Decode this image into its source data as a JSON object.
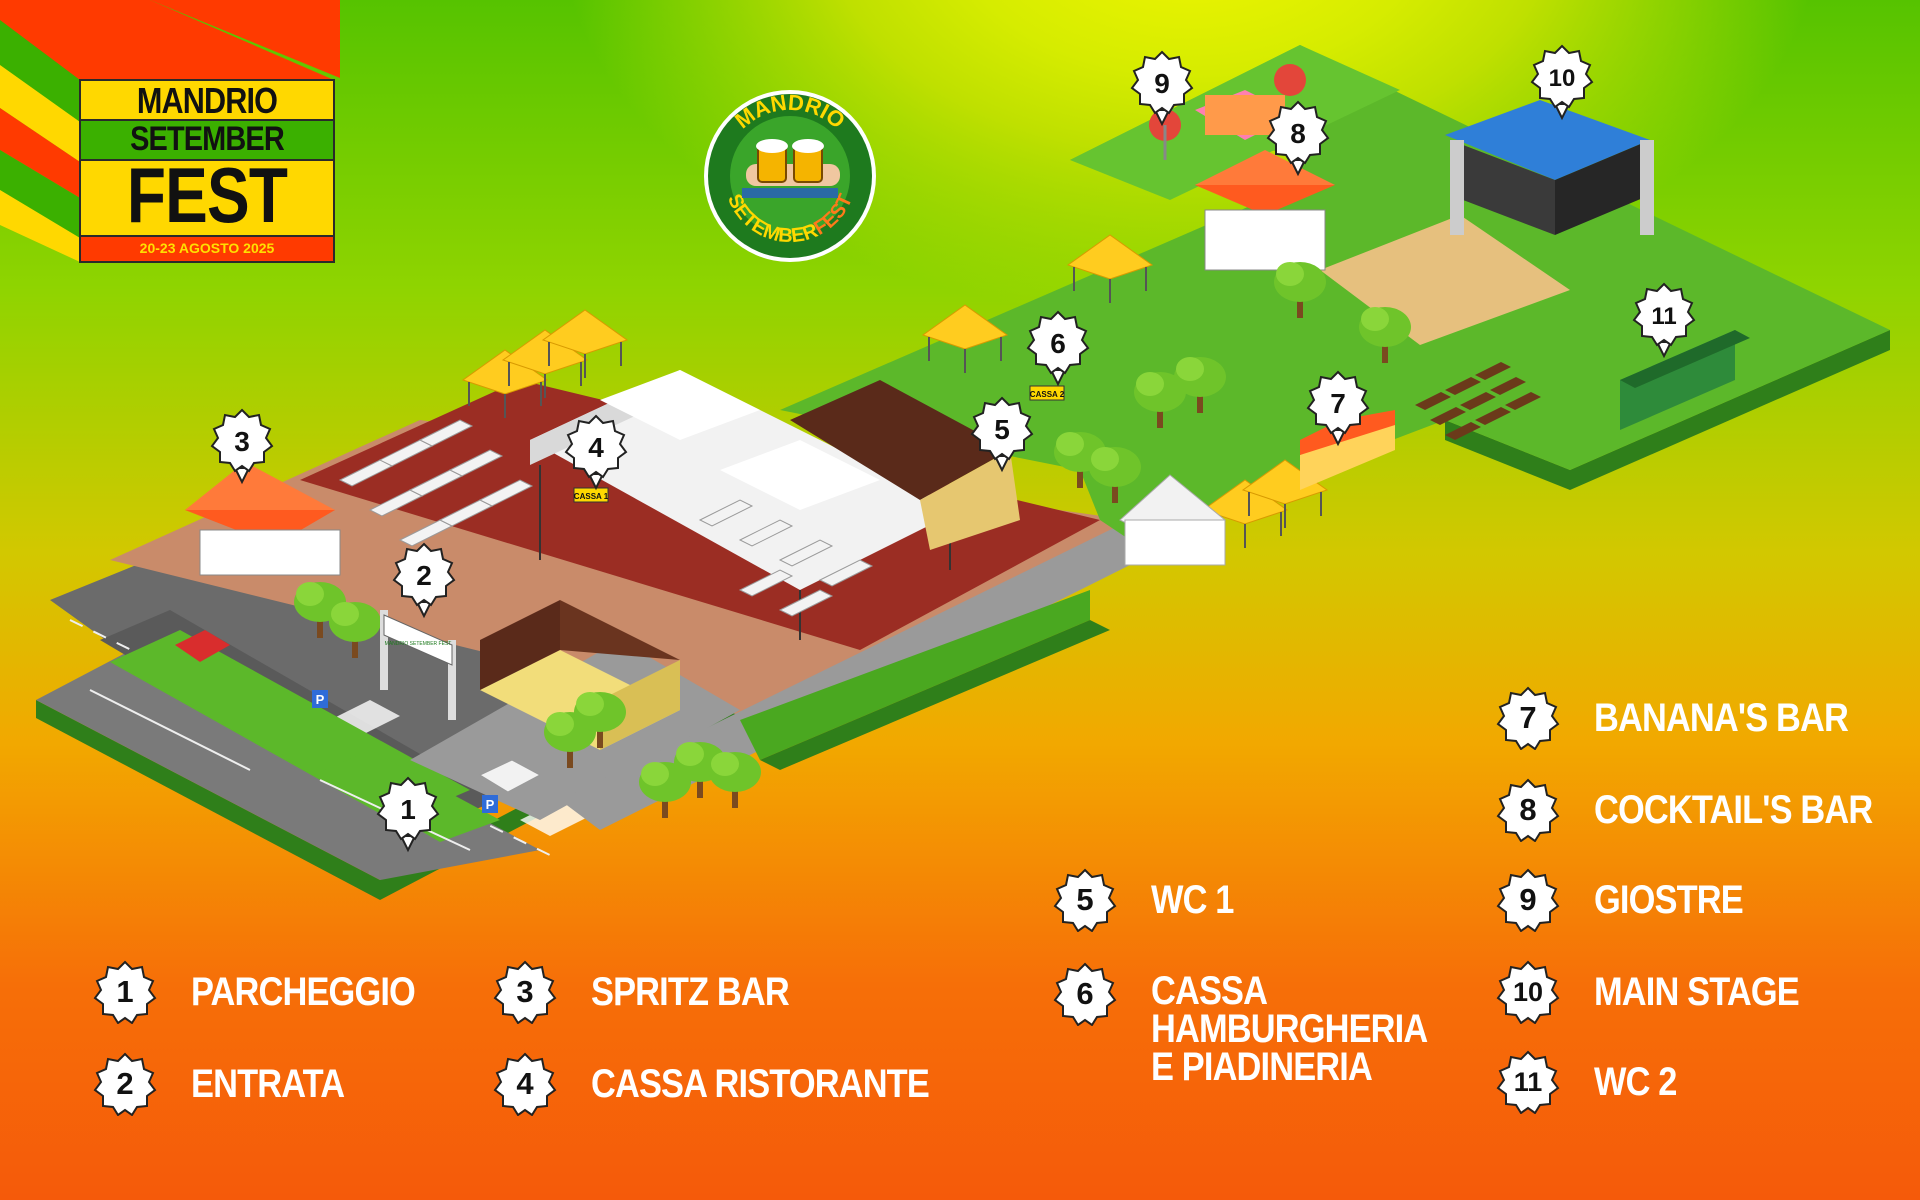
{
  "logo": {
    "line1": "MANDRIO",
    "line2": "SETEMBER",
    "line3": "FEST",
    "dates": "20-23 AGOSTO 2025",
    "colors": {
      "red": "#ff3a00",
      "yellow": "#ffd800",
      "green": "#3bb000",
      "dark_green": "#1e7a1e"
    }
  },
  "emblem": {
    "top_text": "MANDRIO",
    "bottom_text_1": "SETEMBER",
    "bottom_text_2": "FEST",
    "icon": "beer-mugs-toast-icon"
  },
  "map_markers": [
    "1",
    "2",
    "3",
    "4",
    "5",
    "6",
    "7",
    "8",
    "9",
    "10",
    "11"
  ],
  "map_signs": {
    "cassa_restaurant": "CASSA 1",
    "cassa_burger": "CASSA 2",
    "entrance": "MANDRIO SETEMBER FEST",
    "parking_symbol": "P"
  },
  "legend": [
    {
      "num": "1",
      "label": "PARCHEGGIO"
    },
    {
      "num": "2",
      "label": "ENTRATA"
    },
    {
      "num": "3",
      "label": "SPRITZ BAR"
    },
    {
      "num": "4",
      "label": "CASSA RISTORANTE"
    },
    {
      "num": "5",
      "label": "WC 1"
    },
    {
      "num": "6",
      "label": "CASSA\nHAMBURGHERIA\nE PIADINERIA"
    },
    {
      "num": "7",
      "label": "BANANA'S BAR"
    },
    {
      "num": "8",
      "label": "COCKTAIL'S BAR"
    },
    {
      "num": "9",
      "label": "GIOSTRE"
    },
    {
      "num": "10",
      "label": "MAIN STAGE"
    },
    {
      "num": "11",
      "label": "WC 2"
    }
  ],
  "colors": {
    "grass": "#5cb82a",
    "grass_side": "#2f7f1a",
    "road": "#6b6b6b",
    "paving": "#c98b6a",
    "brick_floor": "#9b2d23",
    "sand": "#e6c07e",
    "tent_white": "#f2f2f2",
    "roof_orange": "#ff5a1f",
    "umbrella_yellow": "#ffcc1f",
    "stage_blue": "#2f7fd8"
  }
}
